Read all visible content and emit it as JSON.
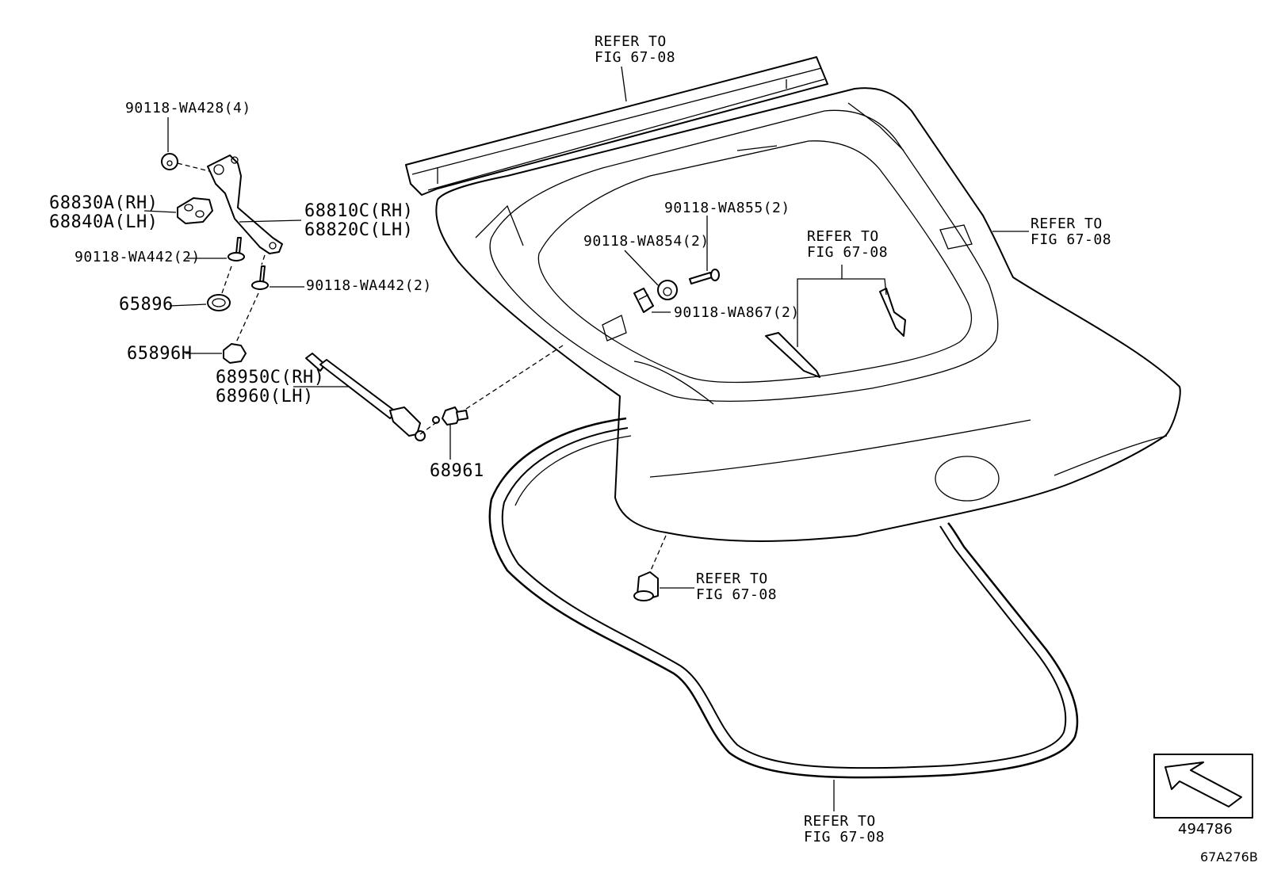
{
  "labels": {
    "ref_top_1": "REFER TO",
    "ref_top_2": "FIG 67-08",
    "bolt_wa428": "90118-WA428(4)",
    "hinge_rh": "68810C(RH)",
    "hinge_lh": "68820C(LH)",
    "cover_rh": "68830A(RH)",
    "cover_lh": "68840A(LH)",
    "bolt_wa442_a": "90118-WA442(2)",
    "bolt_wa442_b": "90118-WA442(2)",
    "grommet": "65896",
    "grommet_h": "65896H",
    "stay_rh": "68950C(RH)",
    "stay_lh": "68960(LH)",
    "stud": "68961",
    "ref_right_1": "REFER TO",
    "ref_right_2": "FIG 67-08",
    "screw_wa855": "90118-WA855(2)",
    "nut_wa854": "90118-WA854(2)",
    "clip_wa867": "90118-WA867(2)",
    "ref_mid_1": "REFER TO",
    "ref_mid_2": "FIG 67-08",
    "ref_bumper_1": "REFER TO",
    "ref_bumper_2": "FIG 67-08",
    "ref_bottom_1": "REFER TO",
    "ref_bottom_2": "FIG 67-08",
    "diagram_number": "494786",
    "figure_code": "67A276B"
  }
}
